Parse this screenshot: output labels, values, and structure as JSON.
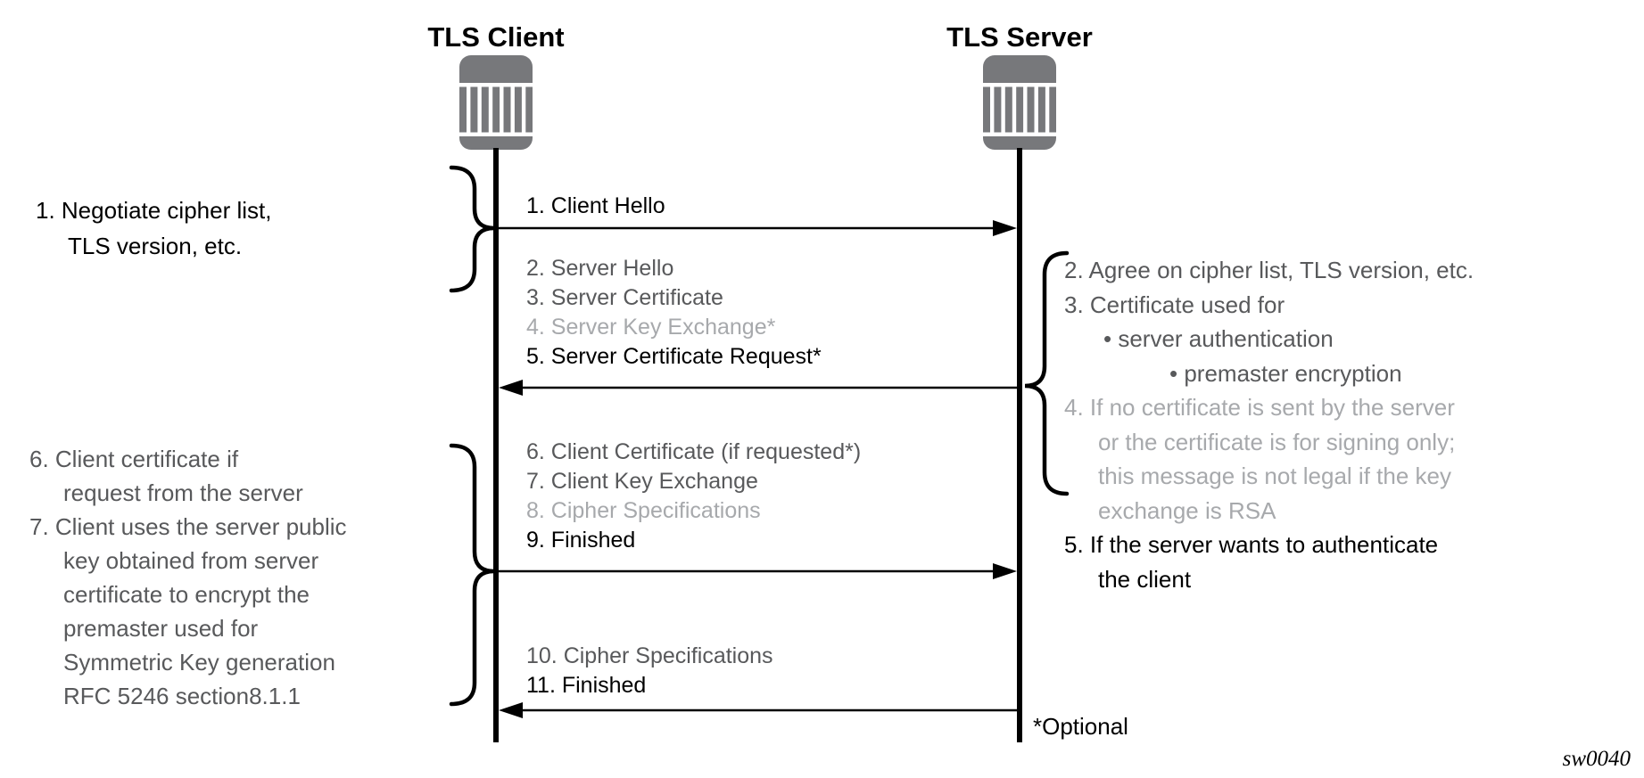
{
  "actors": {
    "client": {
      "title": "TLS Client"
    },
    "server": {
      "title": "TLS Server"
    }
  },
  "message_groups": [
    {
      "arrow": "client-to-server",
      "lines": [
        {
          "text": "1. Client Hello",
          "tone": "black"
        }
      ]
    },
    {
      "arrow": "server-to-client",
      "lines": [
        {
          "text": "2. Server Hello",
          "tone": "gray"
        },
        {
          "text": "3. Server Certificate",
          "tone": "gray"
        },
        {
          "text": "4. Server Key Exchange*",
          "tone": "light"
        },
        {
          "text": "5. Server Certificate Request*",
          "tone": "black"
        }
      ]
    },
    {
      "arrow": "client-to-server",
      "lines": [
        {
          "text": "6. Client Certificate (if requested*)",
          "tone": "gray"
        },
        {
          "text": "7. Client Key Exchange",
          "tone": "gray"
        },
        {
          "text": "8. Cipher Specifications",
          "tone": "light"
        },
        {
          "text": "9. Finished",
          "tone": "black"
        }
      ]
    },
    {
      "arrow": "server-to-client",
      "lines": [
        {
          "text": "10. Cipher Specifications",
          "tone": "gray"
        },
        {
          "text": "11. Finished",
          "tone": "black"
        }
      ]
    }
  ],
  "client_notes": [
    {
      "tone": "black",
      "lines": [
        "1. Negotiate cipher list,",
        "TLS version, etc."
      ]
    },
    {
      "tone": "gray",
      "lines": [
        "6. Client certificate if",
        "request from the server",
        "7. Client uses the server public",
        "key obtained from server",
        "certificate to encrypt the",
        "premaster used for",
        "Symmetric Key generation",
        "RFC 5246 section8.1.1"
      ]
    }
  ],
  "server_notes": [
    {
      "tone": "gray",
      "lines": [
        "2. Agree on cipher list, TLS version, etc.",
        "3. Certificate used for",
        "• server authentication",
        "• premaster encryption"
      ]
    },
    {
      "tone": "light",
      "lines": [
        "4. If no certificate is sent by the server",
        "or the certificate is for signing only;",
        "this message is not legal if the key",
        "exchange is RSA"
      ]
    },
    {
      "tone": "black",
      "lines": [
        "5. If the server wants to authenticate",
        "the client"
      ]
    }
  ],
  "footnote": "*Optional",
  "figure_id": "sw0040",
  "colors": {
    "black": "#000000",
    "dark_gray_text": "#58595b",
    "light_gray_text": "#a7a9ac",
    "icon_gray": "#77787b"
  }
}
